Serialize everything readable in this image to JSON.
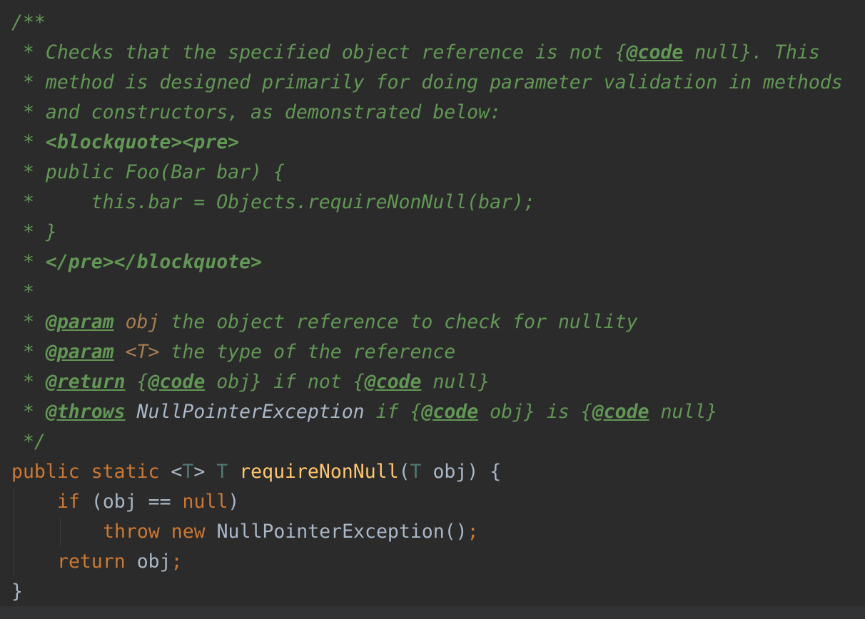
{
  "doc_comment": {
    "open": "/**",
    "close": " */",
    "star": " * ",
    "l1_a": "Checks that the specified object reference is not ",
    "l1_b": "{",
    "l1_tag": "@code",
    "l1_c": " null}. This",
    "l2": "method is designed primarily for doing parameter validation in methods",
    "l3": "and constructors, as demonstrated below:",
    "l4": "<blockquote><pre>",
    "l5": "public Foo(Bar bar) {",
    "l6": "    this.bar = Objects.requireNonNull(bar);",
    "l7": "}",
    "l8": "</pre></blockquote>",
    "l9": " *",
    "param_tag": "@param",
    "return_tag": "@return",
    "throws_tag": "@throws",
    "code_tag": "@code",
    "p1_name": "obj",
    "p1_desc": " the object reference to check for nullity",
    "p2_name": "<T>",
    "p2_desc": " the type of the reference",
    "ret_a": "{",
    "ret_b": " obj} if not {",
    "ret_c": " null}",
    "thr_ex": "NullPointerException",
    "thr_a": " if {",
    "thr_b": " obj} is {",
    "thr_c": " null}"
  },
  "code": {
    "kw_public": "public",
    "kw_static": "static",
    "lt": " <",
    "type_T": "T",
    "gt": ">",
    "method": "requireNonNull",
    "paren_open": "(",
    "param": " obj) {",
    "kw_if": "if",
    "if_cond_a": " (obj == ",
    "kw_null": "null",
    "if_cond_b": ")",
    "kw_throw": "throw",
    "kw_new": "new",
    "exception": " NullPointerException()",
    "semicolon": ";",
    "kw_return": "return",
    "ret_val": " obj",
    "close_brace": "}"
  }
}
